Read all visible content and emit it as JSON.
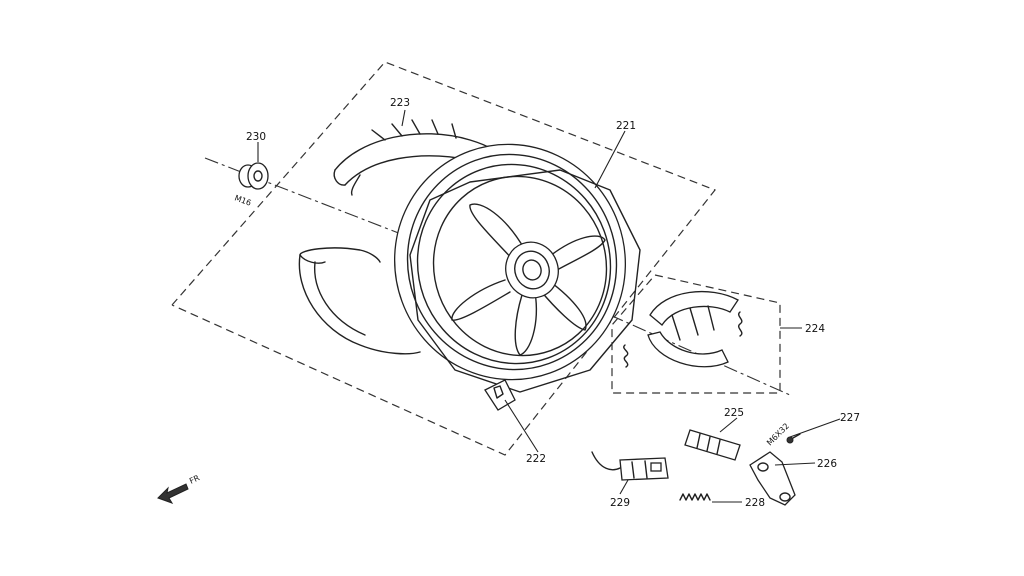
{
  "diagram": {
    "callouts": {
      "c221": "221",
      "c222": "222",
      "c223": "223",
      "c224": "224",
      "c225": "225",
      "c226": "226",
      "c227": "227",
      "c228": "228",
      "c229": "229",
      "c230": "230"
    },
    "notes": {
      "nut_size": "M16",
      "bolt_size": "M6X32",
      "direction": "FR"
    }
  }
}
